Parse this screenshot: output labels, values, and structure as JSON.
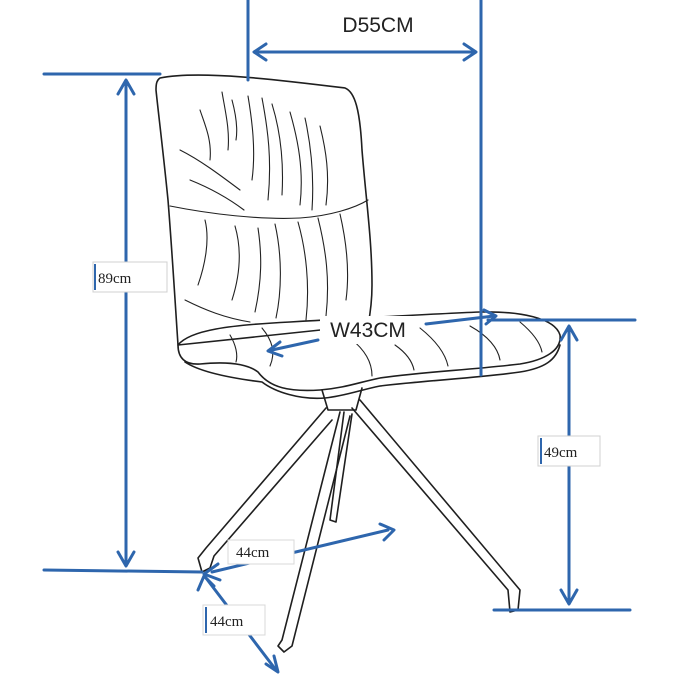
{
  "dimensions": {
    "depth": "D55CM",
    "width": "W43CM",
    "height": "89cm",
    "seat_height": "49cm",
    "base_width": "44cm",
    "base_depth": "44cm"
  },
  "colors": {
    "dimension_lines": "#2e66ad",
    "chair_outline": "#1f1f1f",
    "background": "#ffffff"
  }
}
